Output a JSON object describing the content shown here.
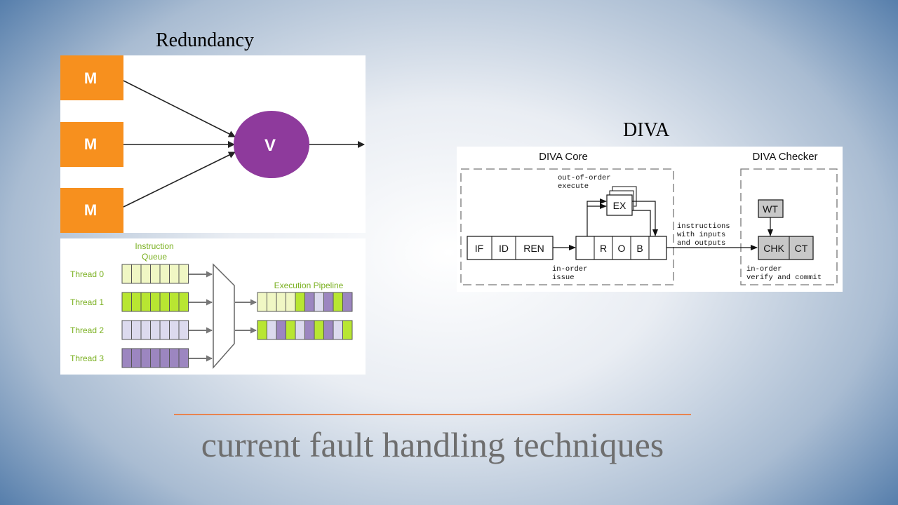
{
  "captions": {
    "redundancy": "Redundancy",
    "diva": "DIVA"
  },
  "redundancy": {
    "modules": [
      "M",
      "M",
      "M"
    ],
    "voter": "V",
    "colors": {
      "module": "#f7901e",
      "voter": "#8e3a9c"
    }
  },
  "smt": {
    "queue_label": [
      "Instruction",
      "Queue"
    ],
    "pipeline_label": "Execution Pipeline",
    "threads": [
      "Thread 0",
      "Thread 1",
      "Thread 2",
      "Thread 3"
    ],
    "colors": {
      "thread0": "#f0f7c4",
      "thread1": "#b8e632",
      "thread2": "#dcdaee",
      "thread3": "#9c86c0",
      "label": "#7ab020"
    }
  },
  "diva": {
    "core_title": "DIVA Core",
    "checker_title": "DIVA Checker",
    "ooo_label": [
      "out-of-order",
      "execute"
    ],
    "ex": "EX",
    "front_stages": [
      "IF",
      "ID",
      "REN"
    ],
    "rob": [
      "R",
      "O",
      "B"
    ],
    "inorder_issue": [
      "in-order",
      "issue"
    ],
    "transfer_label": [
      "instructions",
      "with inputs",
      "and outputs"
    ],
    "wt": "WT",
    "chk": "CHK",
    "ct": "CT",
    "verify_label": [
      "in-order",
      "verify and commit"
    ]
  },
  "slide": {
    "title": "current fault handling techniques"
  }
}
